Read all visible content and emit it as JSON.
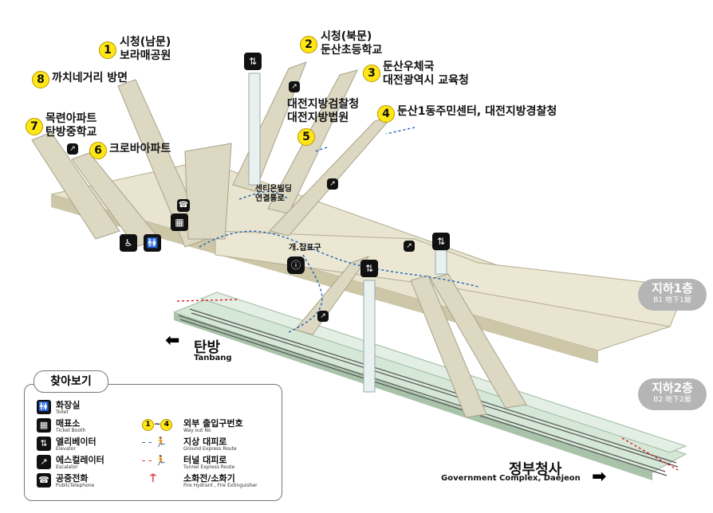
{
  "exits": [
    {
      "num": "1",
      "line1": "시청(남문)",
      "line2": "보라매공원"
    },
    {
      "num": "2",
      "line1": "시청(북문)",
      "line2": "둔산초등학교"
    },
    {
      "num": "3",
      "line1": "둔산우체국",
      "line2": "대전광역시 교육청"
    },
    {
      "num": "4",
      "line1": "둔산1동주민센터, 대전지방경찰청",
      "line2": ""
    },
    {
      "num": "5",
      "line1": "대전지방검찰청",
      "line2": "대전지방법원"
    },
    {
      "num": "6",
      "line1": "크로바아파트",
      "line2": ""
    },
    {
      "num": "7",
      "line1": "목련아파트",
      "line2": "탄방중학교"
    },
    {
      "num": "8",
      "line1": "까치네거리 방면",
      "line2": ""
    }
  ],
  "annotations": {
    "connection_line1": "센티온빌딩",
    "connection_line2": "연결통로",
    "ticket_gate": "개.집표구"
  },
  "floors": {
    "b1": {
      "main": "지하1층",
      "sub": "B1 地下1層"
    },
    "b2": {
      "main": "지하2층",
      "sub": "B2 地下2層"
    }
  },
  "directions": {
    "west": {
      "ko": "탄방",
      "en": "Tanbang"
    },
    "east": {
      "ko": "정부청사",
      "en": "Government Complex, Daejeon"
    }
  },
  "legend": {
    "title": "찾아보기",
    "items": [
      {
        "icon": "toilet-icon",
        "glyph": "🚻",
        "ko": "화장실",
        "en": "Toilet"
      },
      {
        "icon": "ticket-booth-icon",
        "glyph": "▦",
        "ko": "매표소",
        "en": "Ticket Booth"
      },
      {
        "icon": "elevator-icon",
        "glyph": "⇅",
        "ko": "엘리베이터",
        "en": "Elevator"
      },
      {
        "icon": "escalator-icon",
        "glyph": "↗",
        "ko": "에스컬레이터",
        "en": "Escalator"
      },
      {
        "icon": "public-telephone-icon",
        "glyph": "☎",
        "ko": "공중전화",
        "en": "PublicTelephone"
      }
    ],
    "items_right": [
      {
        "icon": "way-out-number-icon",
        "ko": "외부 출입구번호",
        "en": "Way out No",
        "range_from": "1",
        "range_sep": "~",
        "range_to": "4"
      },
      {
        "icon": "ground-express-route-icon",
        "ko": "지상 대피로",
        "en": "Ground Express Route",
        "color": "#1a5fb4"
      },
      {
        "icon": "tunnel-express-route-icon",
        "ko": "터널 대피로",
        "en": "Tunnel Express Route",
        "color": "#e01b24"
      },
      {
        "icon": "fire-hydrant-icon",
        "ko": "소화전/소화기",
        "en": "Fire Hydrant , Fire Extinguisher",
        "color": "#e01b24"
      }
    ]
  },
  "colors": {
    "concourse": "#e8e4cf",
    "platform": "#d5e7d6",
    "stairs": "#cfcbb5",
    "ground_route": "#1a5fb4",
    "tunnel_route": "#e01b24"
  }
}
